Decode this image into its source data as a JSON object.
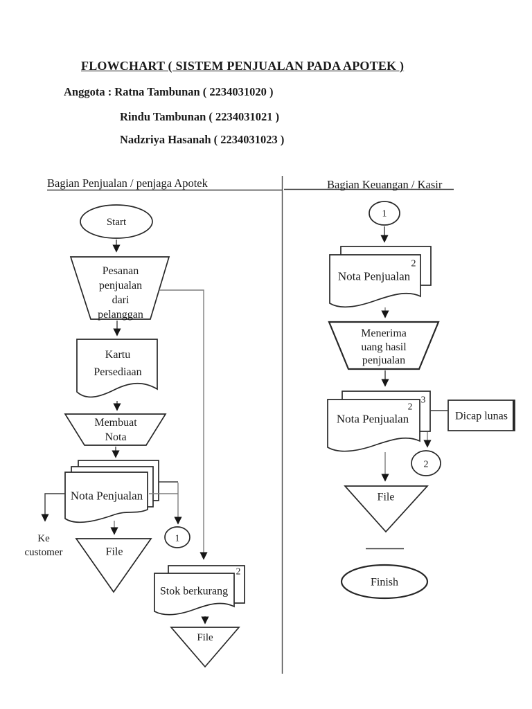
{
  "page": {
    "title": "FLOWCHART ( SISTEM PENJUALAN PADA APOTEK )",
    "members": [
      "Anggota : Ratna Tambunan ( 2234031020 )",
      "Rindu Tambunan ( 2234031021 )",
      "Nadzriya Hasanah ( 2234031023 )"
    ],
    "colors": {
      "ink": "#272727",
      "connector": "#7d7d7d",
      "background": "#ffffff"
    }
  },
  "lanes": {
    "left": {
      "heading": "Bagian Penjualan / penjaga Apotek",
      "start": "Start",
      "pesanan": {
        "lines": [
          "Pesanan",
          "penjualan",
          "dari",
          "pelanggan"
        ]
      },
      "kartu": {
        "lines": [
          "Kartu",
          "Persediaan"
        ]
      },
      "membuat": {
        "lines": [
          "Membuat",
          "Nota"
        ]
      },
      "nota_penjualan": "Nota Penjualan",
      "ke_customer": {
        "lines": [
          "Ke",
          "customer"
        ]
      },
      "offpage_1": "1",
      "file_nota": "File",
      "stok_berkurang": "Stok berkurang",
      "stok_copy_no": "2",
      "file_stok": "File"
    },
    "right": {
      "heading": "Bagian Keuangan / Kasir",
      "offpage_1": "1",
      "nota_penjualan_1": "Nota Penjualan",
      "nota_1_copy_no": "2",
      "menerima": {
        "lines": [
          "Menerima",
          "uang hasil",
          "penjualan"
        ]
      },
      "nota_penjualan_2": "Nota Penjualan",
      "nota_2_copy_no": "2",
      "nota_2_copy_no_3": "3",
      "dicap_lunas": "Dicap lunas",
      "offpage_2": "2",
      "file": "File",
      "finish": "Finish"
    }
  }
}
